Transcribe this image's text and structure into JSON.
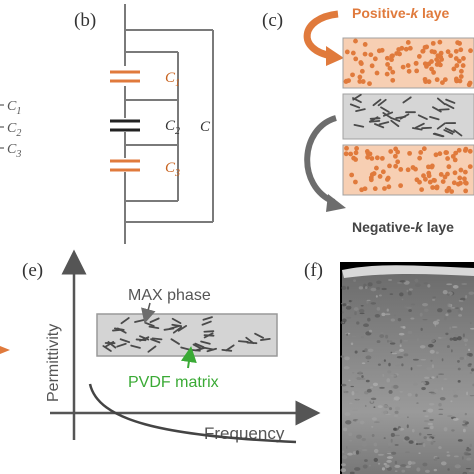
{
  "panels": {
    "a": {
      "cap_labels": [
        "C",
        "C",
        "C"
      ],
      "cap_subs": [
        "1",
        "2",
        "3"
      ]
    },
    "b": {
      "tag": "(b)",
      "cap_labels": [
        "C",
        "C",
        "C"
      ],
      "cap_subs": [
        "1",
        "2",
        "3"
      ],
      "total_label": "C"
    },
    "c": {
      "tag": "(c)",
      "top_label_pre": "Positive-",
      "top_label_k": "k",
      "top_label_post": " laye",
      "bottom_label_pre": "Negative-",
      "bottom_label_k": "k",
      "bottom_label_post": " laye"
    },
    "e": {
      "tag": "(e)",
      "ylabel": "Permittivity",
      "xlabel": "Frequency",
      "label_phase": "MAX phase",
      "label_matrix": "PVDF matrix"
    },
    "f": {
      "tag": "(f)"
    }
  },
  "colors": {
    "orange": "#e07a3c",
    "gray_arrow": "#6d6d6d",
    "green": "#3aaa35",
    "line": "#7a7a7a",
    "black_cap": "#222222"
  },
  "icons": {
    "curved_arrow_top": "orange-curved-arrow-icon",
    "curved_arrow_bottom": "gray-curved-arrow-icon"
  }
}
